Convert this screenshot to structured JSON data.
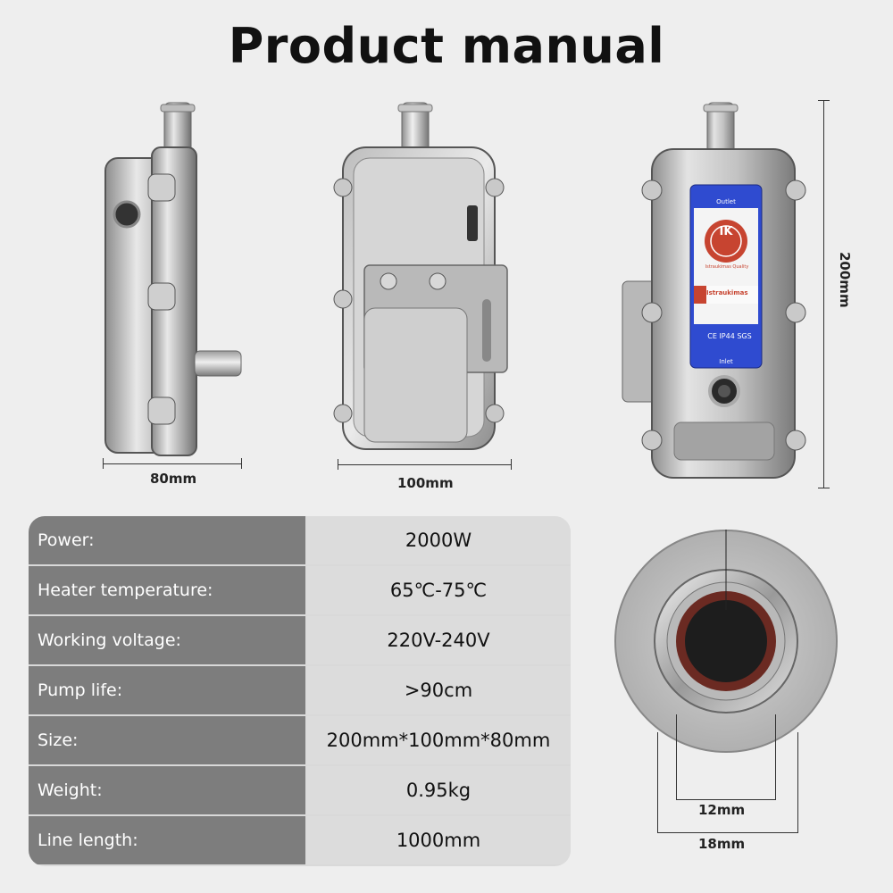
{
  "title": "Product manual",
  "dimensions": {
    "side_width": "80mm",
    "back_width": "100mm",
    "height": "200mm",
    "inner_diameter": "12mm",
    "outer_diameter": "18mm"
  },
  "label": {
    "badge": "IK",
    "top_text": "Outlet",
    "seal_text": "Istraukimas Quality",
    "brand": "Istraukimas",
    "cert": "CE IP44 SGS",
    "bottom_text": "Inlet"
  },
  "specs": [
    {
      "label": "Power:",
      "value": "2000W"
    },
    {
      "label": "Heater temperature:",
      "value": "65℃-75℃"
    },
    {
      "label": "Working voltage:",
      "value": "220V-240V"
    },
    {
      "label": "Pump life:",
      "value": ">90cm"
    },
    {
      "label": "Size:",
      "value": "200mm*100mm*80mm"
    },
    {
      "label": "Weight:",
      "value": "0.95kg"
    },
    {
      "label": "Line length:",
      "value": "1000mm"
    }
  ],
  "colors": {
    "label_blue": "#2f4bd0",
    "table_label_bg": "#7d7d7d",
    "table_value_bg": "#dcdcdc"
  }
}
